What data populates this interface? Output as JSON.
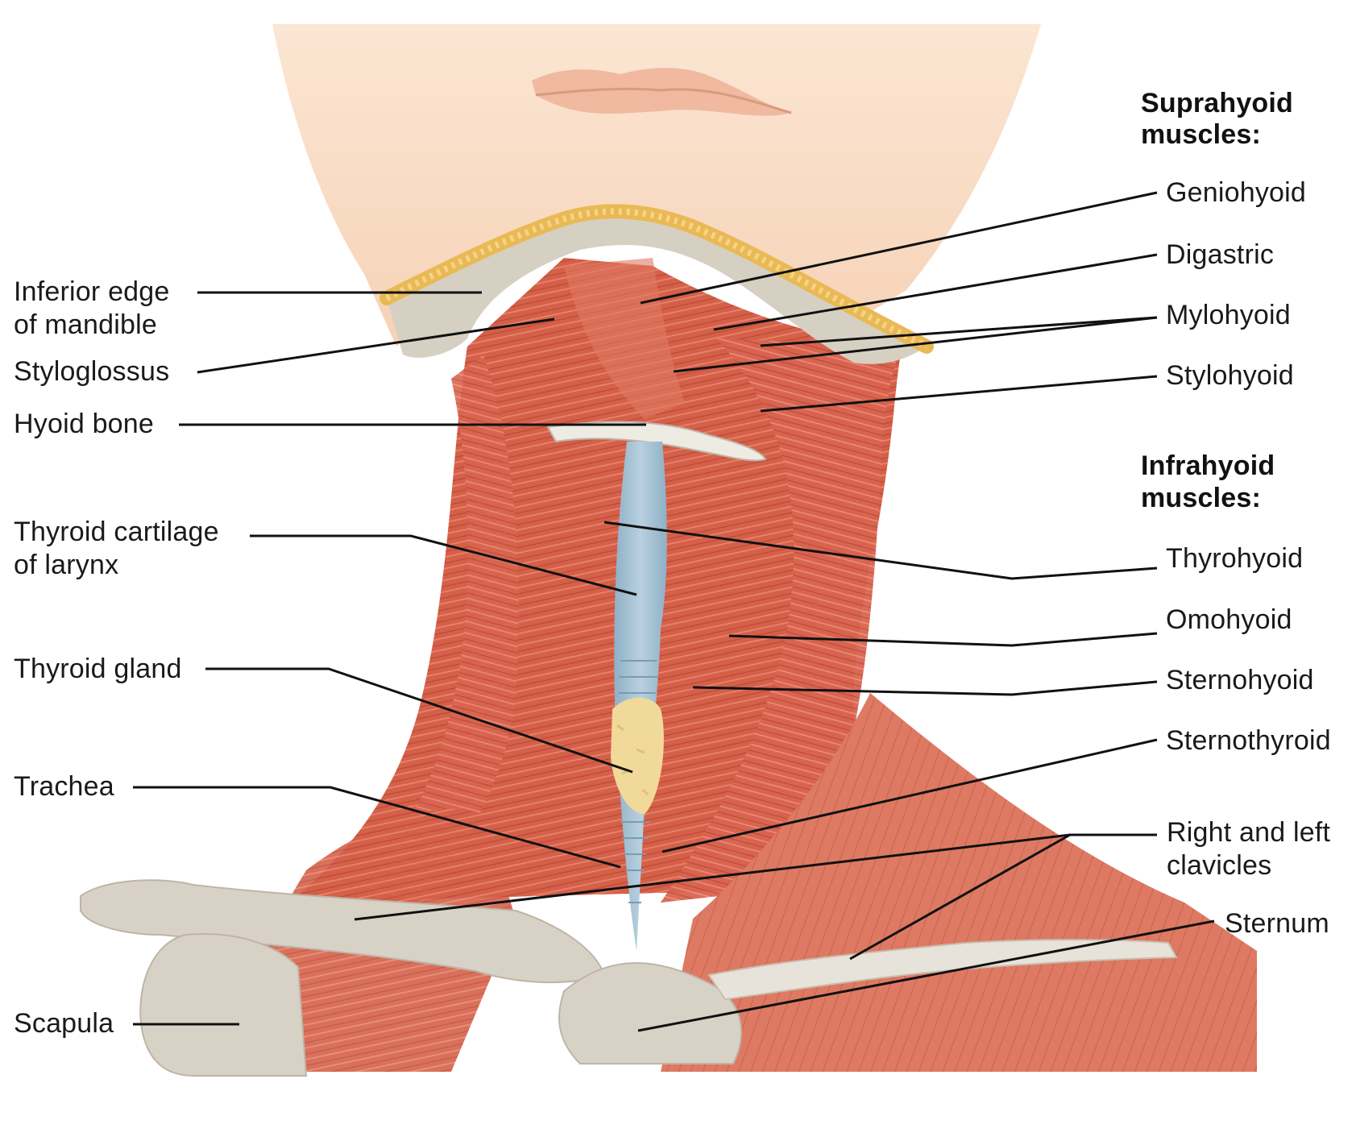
{
  "labels": {
    "inferior_edge_1": "Inferior edge",
    "inferior_edge_2": "of mandible",
    "styloglossus": "Styloglossus",
    "hyoid_bone": "Hyoid bone",
    "thyroid_cartilage_1": "Thyroid cartilage",
    "thyroid_cartilage_2": "of larynx",
    "thyroid_gland": "Thyroid gland",
    "trachea": "Trachea",
    "scapula": "Scapula",
    "suprahyoid_1": "Suprahyoid",
    "suprahyoid_2": "muscles:",
    "geniohyoid": "Geniohyoid",
    "digastric": "Digastric",
    "mylohyoid": "Mylohyoid",
    "stylohyoid": "Stylohyoid",
    "infrahyoid_1": "Infrahyoid",
    "infrahyoid_2": "muscles:",
    "thyrohyoid": "Thyrohyoid",
    "omohyoid": "Omohyoid",
    "sternohyoid": "Sternohyoid",
    "sternothyroid": "Sternothyroid",
    "clavicles_1": "Right and left",
    "clavicles_2": "clavicles",
    "sternum": "Sternum"
  },
  "colors": {
    "skin": "#f9dcc4",
    "muscle": "#d9604a",
    "muscle_light": "#e98c73",
    "bone": "#d8d2c6",
    "cartilage": "#a9c4d6",
    "gland": "#f1d99a",
    "leader": "#111111"
  }
}
